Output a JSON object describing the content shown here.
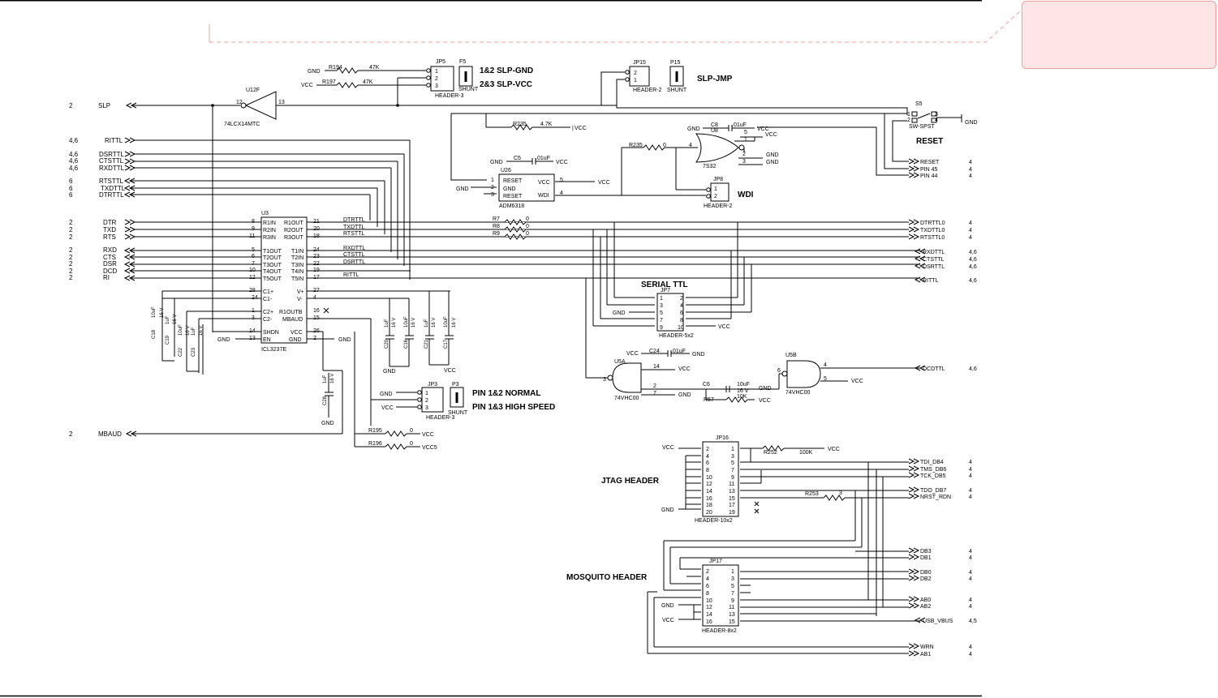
{
  "colors": {
    "ink": "#000000",
    "comment_fill": "#ffe5e5",
    "comment_border": "#e8a0a0",
    "dash": "#e8a0a0"
  },
  "left_ports": [
    {
      "sheet": "2",
      "name": "SLP"
    },
    {
      "sheet": "4,6",
      "name": "RITTL"
    },
    {
      "sheet": "4,6",
      "name": "DSRTTL"
    },
    {
      "sheet": "4,6",
      "name": "CTSTTL"
    },
    {
      "sheet": "4,6",
      "name": "RXDTTL"
    },
    {
      "sheet": "6",
      "name": "RTSTTL"
    },
    {
      "sheet": "6",
      "name": "TXDTTL"
    },
    {
      "sheet": "6",
      "name": "DTRTTL"
    },
    {
      "sheet": "2",
      "name": "DTR"
    },
    {
      "sheet": "2",
      "name": "TXD"
    },
    {
      "sheet": "2",
      "name": "RTS"
    },
    {
      "sheet": "2",
      "name": "RXD"
    },
    {
      "sheet": "2",
      "name": "CTS"
    },
    {
      "sheet": "2",
      "name": "DSR"
    },
    {
      "sheet": "2",
      "name": "DCD"
    },
    {
      "sheet": "2",
      "name": "RI"
    },
    {
      "sheet": "2",
      "name": "MBAUD"
    }
  ],
  "right_ports": [
    {
      "name": "RESET",
      "sheet": "4"
    },
    {
      "name": "PIN 45",
      "sheet": "4"
    },
    {
      "name": "PIN 44",
      "sheet": "4"
    },
    {
      "name": "DTRTTL0",
      "sheet": "4"
    },
    {
      "name": "TXDTTL0",
      "sheet": "4"
    },
    {
      "name": "RTSTTL0",
      "sheet": "4"
    },
    {
      "name": "RXDTTL",
      "sheet": "4,6"
    },
    {
      "name": "CTSTTL",
      "sheet": "4,6"
    },
    {
      "name": "DSRTTL",
      "sheet": "4,6"
    },
    {
      "name": "RITTL",
      "sheet": "4,6"
    },
    {
      "name": "DCDTTL",
      "sheet": "4,6"
    },
    {
      "name": "TDI_DB4",
      "sheet": "4"
    },
    {
      "name": "TMS_DB6",
      "sheet": "4"
    },
    {
      "name": "TCK_DB5",
      "sheet": "4"
    },
    {
      "name": "TDO_DB7",
      "sheet": "4"
    },
    {
      "name": "NRST_RDN",
      "sheet": "4"
    },
    {
      "name": "DB3",
      "sheet": "4"
    },
    {
      "name": "DB1",
      "sheet": "4"
    },
    {
      "name": "DB0",
      "sheet": "4"
    },
    {
      "name": "DB2",
      "sheet": "4"
    },
    {
      "name": "AB0",
      "sheet": "4"
    },
    {
      "name": "AB2",
      "sheet": "4"
    },
    {
      "name": "USB_VBUS",
      "sheet": "4,5"
    },
    {
      "name": "WRN",
      "sheet": "4"
    },
    {
      "name": "AB1",
      "sheet": "4"
    }
  ],
  "notes": {
    "slp_gnd": "1&2 SLP-GND",
    "slp_vcc": "2&3 SLP-VCC",
    "slp_jmp": "SLP-JMP",
    "reset": "RESET",
    "wdi": "WDI",
    "serial_ttl": "SERIAL TTL",
    "pin_normal": "PIN 1&2 NORMAL",
    "pin_high": "PIN 1&3  HIGH SPEED",
    "jtag": "JTAG HEADER",
    "mosquito": "MOSQUITO HEADER"
  },
  "components": {
    "u12": "U12F",
    "u12_part": "74LCX14MTC",
    "u12_in": "12",
    "u12_out": "13",
    "jp5": "JP5",
    "jp5_type": "HEADER-3",
    "f5": "F5",
    "shunt": "SHUNT",
    "r194": "R194",
    "r194_val": "47K",
    "r197": "R197",
    "r197_val": "47K",
    "jp15": "JP15",
    "jp15_type": "HEADER-2",
    "p15": "P15",
    "s5": "S5",
    "s5_type": "SW-SPST",
    "r235a": "R235",
    "r235a_val": "4.7K",
    "c8": "C8",
    "c8_val": ".01uF",
    "u8": "U8",
    "u8_part": "7S32",
    "r235b": "R235",
    "r235b_val": "0",
    "u26": "U26",
    "u26_part": "ADM6318",
    "c5": "C5",
    "c5_val": ".01uF",
    "u26_p1": "RESET",
    "u26_p2": "GND",
    "u26_p3": "RESET",
    "u26_p5": "VCC",
    "u26_p4": "WDI",
    "jp8": "JP8",
    "jp8_type": "HEADER-2",
    "u3": "U3",
    "u3_part": "ICL3237E",
    "r7": "R7",
    "r8": "R8",
    "r9": "R9",
    "r0": "0",
    "jp7": "JP7",
    "jp7_type": "HEADER-5x2",
    "u5a": "U5A",
    "u5b": "U5B",
    "u5_part": "74VHC00",
    "c24": "C24",
    "c24_val": ".01uF",
    "c6": "C6",
    "c6_val": "10uF",
    "c6_v": "16 V",
    "r57": "R57",
    "r57_val": "10K",
    "jp3": "JP3",
    "jp3_type": "HEADER-3",
    "p3": "P3",
    "r195": "R195",
    "r196": "R196",
    "r_zero": "0",
    "jp16": "JP16",
    "jp16_type": "HEADER-10x2",
    "r252": "R252",
    "r252_val": "100K",
    "r253": "R253",
    "r253_val": "3",
    "jp17": "JP17",
    "jp17_type": "HEADER-8x2",
    "c18": "C18",
    "c19": "C19",
    "c22": "C22",
    "c23": "C23",
    "c20": "C20",
    "c16": "C16",
    "c21": "C21",
    "c17": "C17",
    "c28": "C28",
    "cap_10uf": "10uF",
    "cap_1uf": "1uF",
    "cap_16v": "16 V"
  },
  "power": {
    "gnd": "GND",
    "vcc": "VCC",
    "vcc5": "VCC5"
  }
}
